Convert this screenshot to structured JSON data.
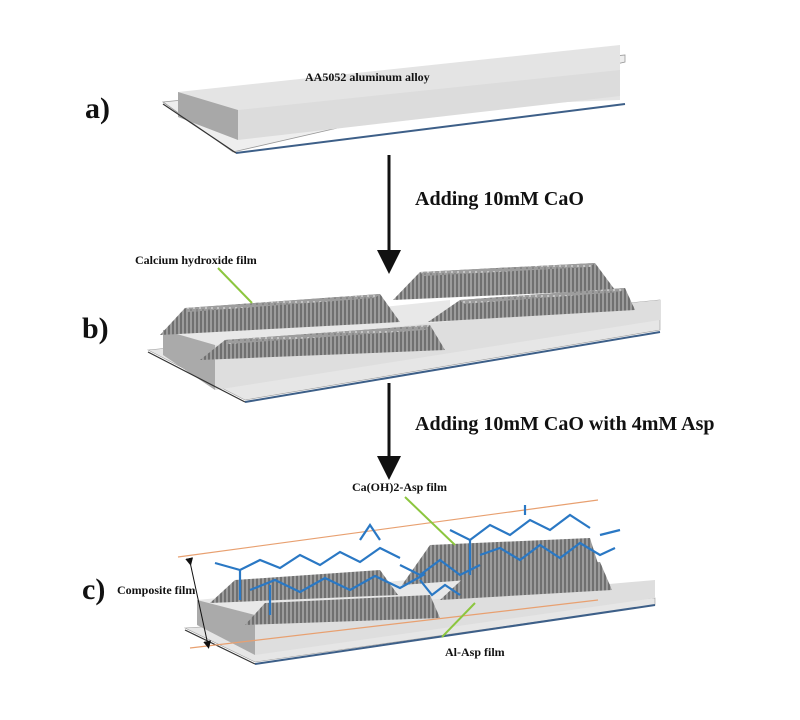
{
  "panels": [
    {
      "id": "a",
      "label": "a)",
      "annotations": [
        {
          "text": "AA5052 aluminum alloy"
        }
      ]
    },
    {
      "id": "b",
      "label": "b)",
      "annotations": [
        {
          "text": "Calcium hydroxide film"
        }
      ]
    },
    {
      "id": "c",
      "label": "c)",
      "annotations": [
        {
          "text": "Ca(OH)2-Asp film"
        },
        {
          "text": "Composite film"
        },
        {
          "text": "Al-Asp film"
        }
      ]
    }
  ],
  "steps": [
    {
      "text": "Adding 10mM CaO"
    },
    {
      "text": "Adding 10mM CaO with 4mM Asp"
    }
  ],
  "colors": {
    "plate_top": "#e6e6e6",
    "plate_side": "#bdbdbd",
    "edge_blue": "#3d5f88",
    "film_dark": "#6b6b6b",
    "molecule_blue": "#2a78c4",
    "leader_green": "#8cc63f",
    "boundary_orange": "#e8a070"
  }
}
